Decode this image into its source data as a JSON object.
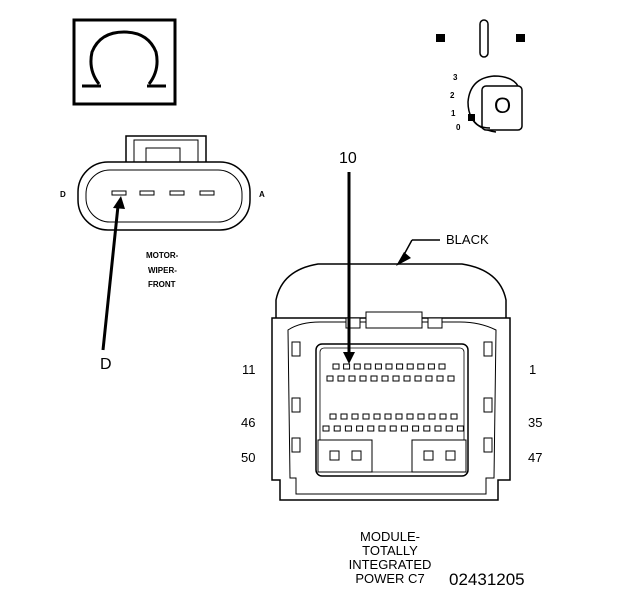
{
  "ohm_symbol": "ohm-icon",
  "ignition": {
    "icon": "ignition-key-icon",
    "positions": [
      "3",
      "2",
      "1",
      "0"
    ],
    "key_letter": "O"
  },
  "wiper_connector": {
    "left_label": "D",
    "right_label": "A",
    "name_lines": [
      "MOTOR-",
      "WIPER-",
      "FRONT"
    ],
    "callout": "D"
  },
  "tipm_connector": {
    "callout": "10",
    "color_label": "BLACK",
    "pin_labels": {
      "top_left": "11",
      "top_right": "1",
      "mid_left": "46",
      "mid_right": "35",
      "bottom_left": "50",
      "bottom_right": "47"
    },
    "name_lines": [
      "MODULE-",
      "TOTALLY",
      "INTEGRATED",
      "POWER C7"
    ]
  },
  "figure_id": "02431205"
}
